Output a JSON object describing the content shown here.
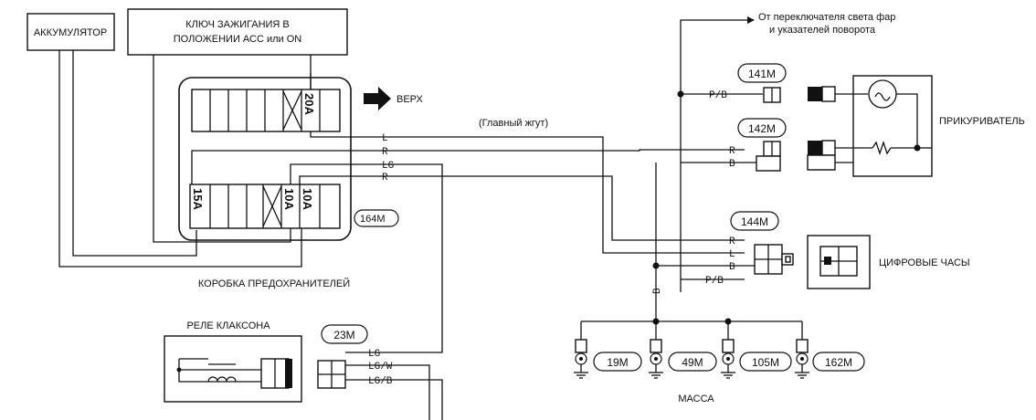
{
  "labels": {
    "battery": "АККУМУЛЯТОР",
    "ignition_line1": "КЛЮЧ ЗАЖИГАНИЯ В",
    "ignition_line2": "ПОЛОЖЕНИИ АСС или ON",
    "top": "ВЕРХ",
    "main_harness": "(Главный жгут)",
    "from_switch_line1": "От переключателя света фар",
    "from_switch_line2": "и указателей поворота",
    "lighter": "ПРИКУРИВАТЕЛЬ",
    "clock": "ЦИФРОВЫЕ ЧАСЫ",
    "fuse_box": "КОРОБКА ПРЕДОХРАНИТЕЛЕЙ",
    "horn_relay": "РЕЛЕ КЛАКСОНА",
    "ground": "МАССА"
  },
  "fuses": {
    "f20a": "20A",
    "f15a": "15A",
    "f10a_1": "10A",
    "f10a_2": "10A"
  },
  "connectors": {
    "c164m": "164M",
    "c141m": "141M",
    "c142m": "142M",
    "c144m": "144M",
    "c23m": "23M",
    "c19m": "19M",
    "c49m": "49M",
    "c105m": "105M",
    "c162m": "162M"
  },
  "wires": {
    "fuse_l": "L",
    "fuse_r1": "R",
    "fuse_lg": "LG",
    "fuse_r2": "R",
    "pb_141": "P/B",
    "r_142": "R",
    "b_142": "B",
    "r_144": "R",
    "l_144": "L",
    "b_144": "B",
    "pb_144": "P/B",
    "b_vertical": "B",
    "lg_23": "LG",
    "lgw_23": "LG/W",
    "lgb_23": "LG/B"
  },
  "colors": {
    "line": "#111111",
    "background": "#ffffff"
  }
}
